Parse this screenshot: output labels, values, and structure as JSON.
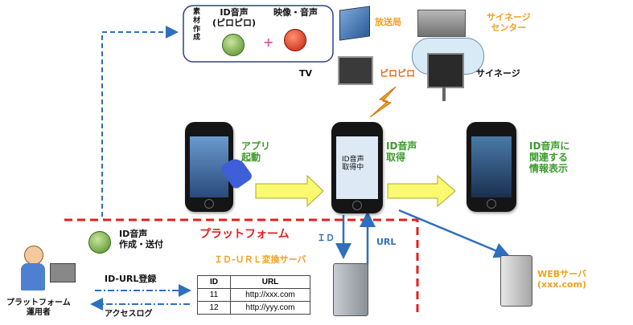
{
  "material": {
    "label": "素材作成",
    "id_audio": "ID音声\n(ピロピロ)",
    "video_audio": "映像・音声",
    "plus": "+"
  },
  "broadcast": {
    "station": "放送局",
    "signage_center": "サイネージ\nセンター",
    "tv": "TV",
    "signage": "サイネージ",
    "piropiro": "ピロピロ"
  },
  "steps": {
    "app_launch": "アプリ\n起動",
    "id_capture": "ID音声\n取得",
    "display": "ID音声に\n関連する\n情報表示",
    "phone_screen": "ID音声\n取得中"
  },
  "platform": {
    "title": "プラットフォーム",
    "id_label": "ＩＤ",
    "url_label": "URL",
    "server": "ＩＤ-ＵＲＬ変換サーバ",
    "create_send": "ID音声\n作成・送付",
    "register": "ID-URL登録",
    "access_log": "アクセスログ",
    "operator": "プラットフォーム\n運用者"
  },
  "web_server": "WEBサーバ\n(xxx.com)",
  "table": {
    "headers": [
      "ID",
      "URL"
    ],
    "rows": [
      [
        "11",
        "http://xxx.com"
      ],
      [
        "12",
        "http://yyy.com"
      ]
    ]
  },
  "colors": {
    "green": "#3a9b2a",
    "orange": "#f0a020",
    "blue": "#2f6fbf",
    "red": "#e02020",
    "arrow_yellow": "#fafa70"
  }
}
